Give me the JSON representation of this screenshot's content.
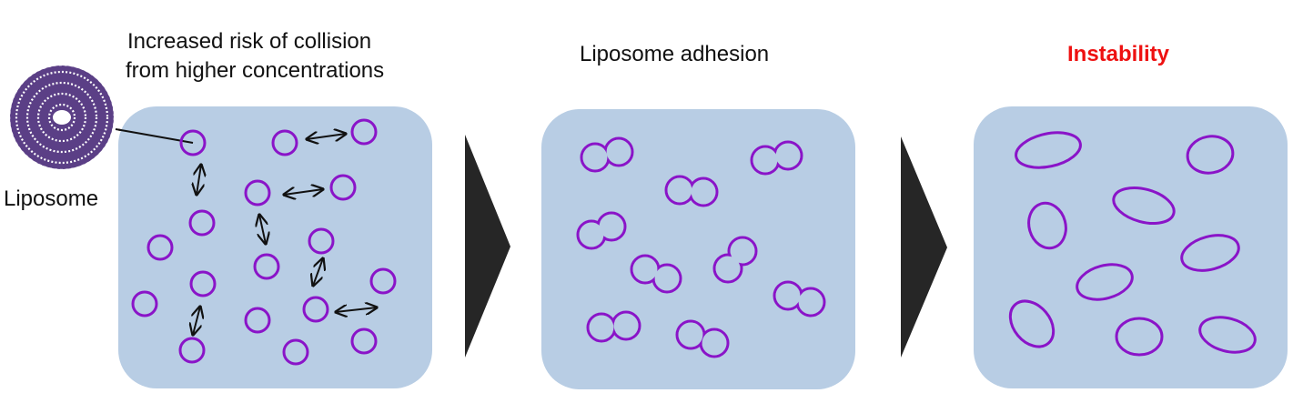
{
  "colors": {
    "panel": "#b8cde4",
    "liposome_stroke": "#8a14c8",
    "chevron": "#262626",
    "icon_purple": "#5b3f86",
    "instability_red": "#ee1111",
    "text": "#111111"
  },
  "stage1": {
    "title_line1": "Increased risk of collision",
    "title_line2": "from higher concentrations",
    "icon_label": "Liposome",
    "icon": "multilamellar-liposome-icon",
    "liposome_count": 17,
    "collision_arrow_count": 7
  },
  "stage2": {
    "title": "Liposome adhesion",
    "adhered_pair_count": 9
  },
  "stage3": {
    "title": "Instability",
    "deformed_liposome_count": 9
  },
  "transitions": [
    "chevron-right-icon",
    "chevron-right-icon"
  ]
}
